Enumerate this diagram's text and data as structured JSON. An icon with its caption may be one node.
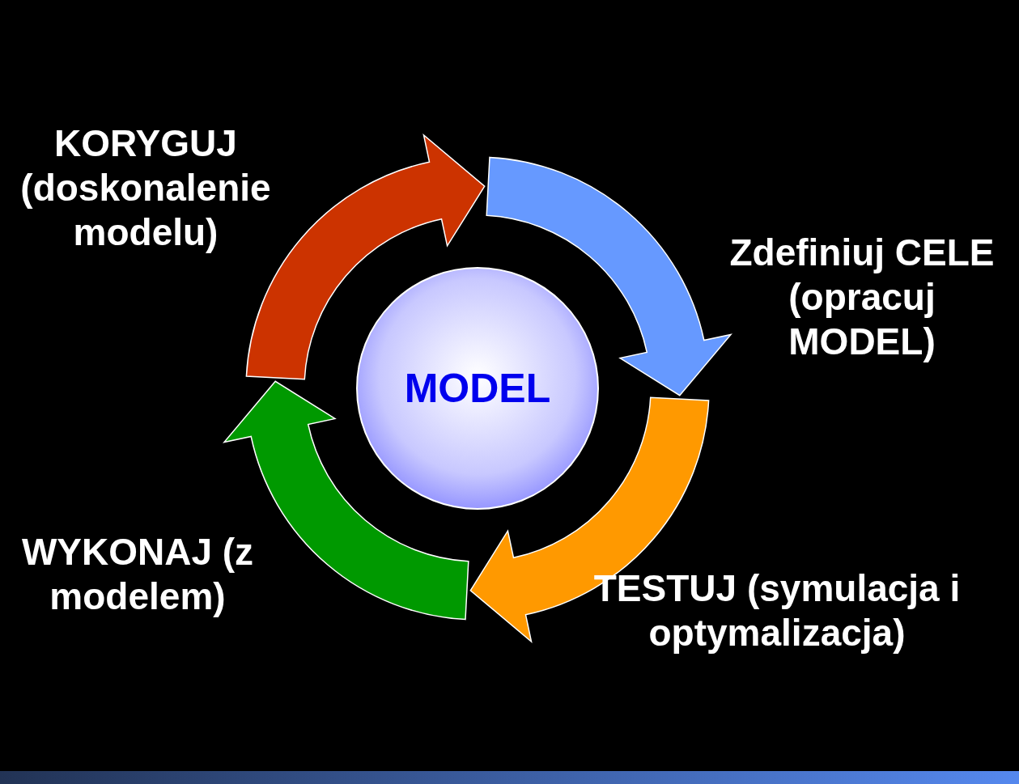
{
  "diagram": {
    "nodes": [
      {
        "text": [
          "KORYGUJ (doskonalenie modelu)"
        ]
      },
      {
        "text": [
          "Zdefiniuj CELE (opracuj MODEL)"
        ]
      },
      {
        "text": [
          "TESTUJ (symulacja i optymalizacja)"
        ]
      },
      {
        "text": [
          "WYKONAJ (z modelem)"
        ]
      },
      {
        "text": [
          "MODEL"
        ]
      }
    ]
  }
}
